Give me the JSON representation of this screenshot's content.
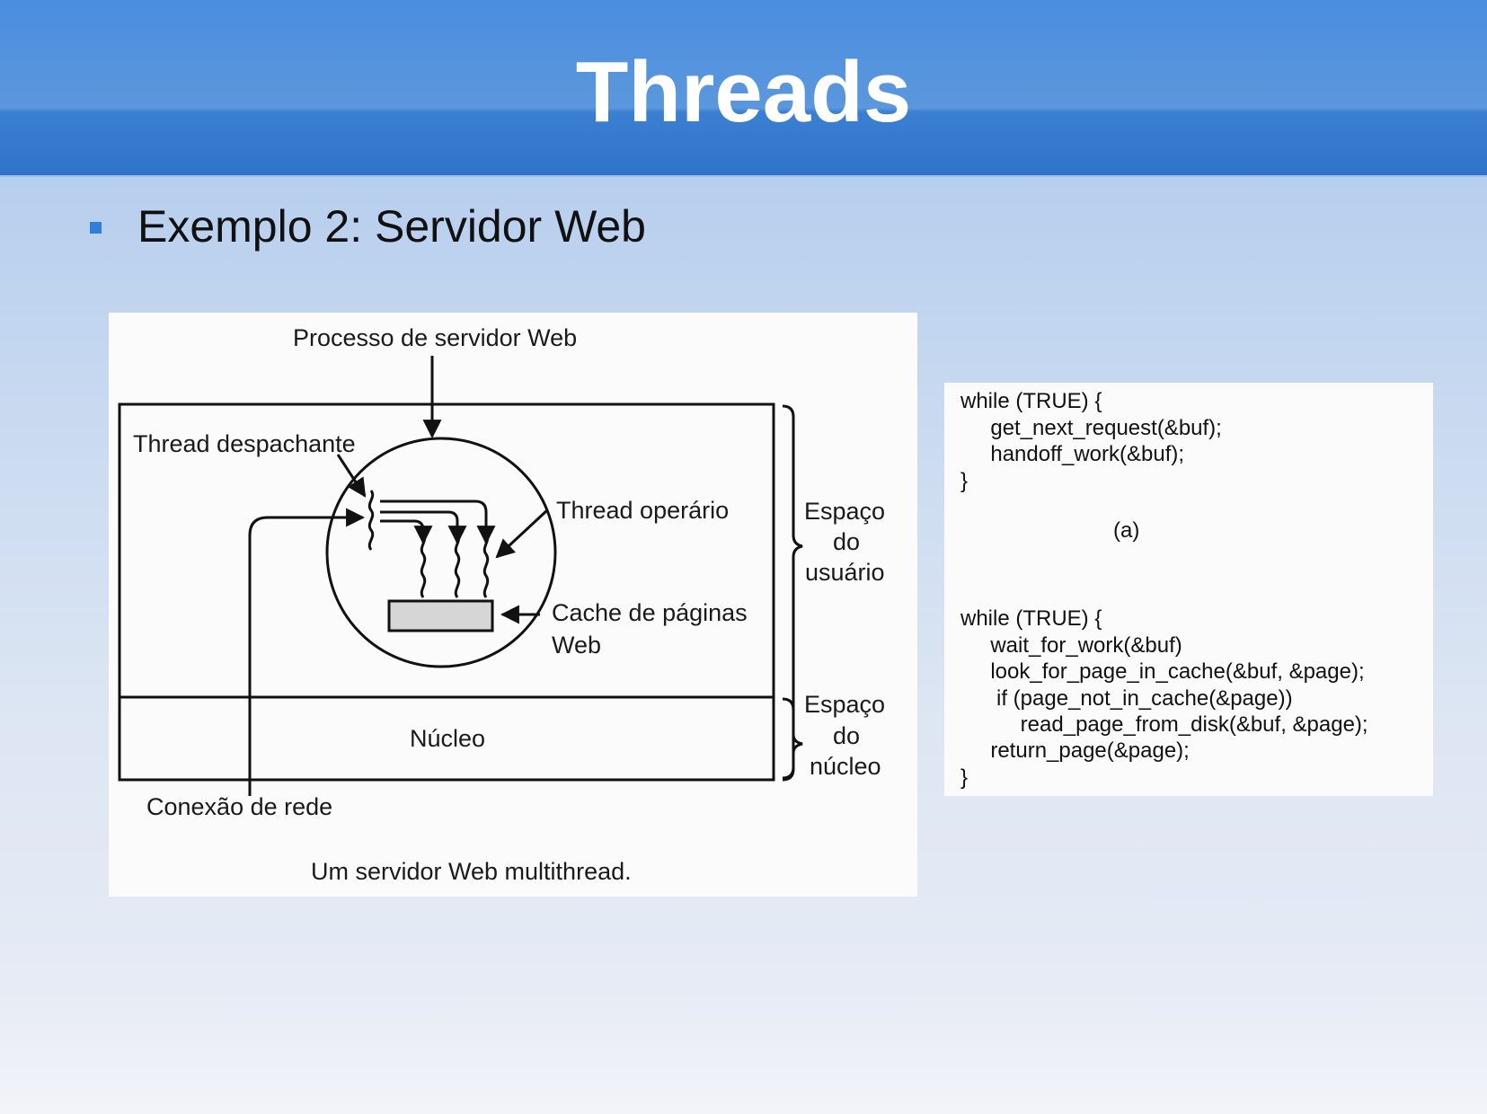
{
  "title": "Threads",
  "bullet": "Exemplo 2: Servidor Web",
  "diagram": {
    "process_label": "Processo de servidor Web",
    "dispatcher_label": "Thread despachante",
    "worker_label": "Thread operário",
    "cache_label_line1": "Cache de páginas",
    "cache_label_line2": "Web",
    "kernel_label": "Núcleo",
    "network_label": "Conexão de rede",
    "user_space_line1": "Espaço",
    "user_space_line2": "do",
    "user_space_line3": "usuário",
    "kernel_space_line1": "Espaço",
    "kernel_space_line2": "do",
    "kernel_space_line3": "núcleo",
    "caption": "Um servidor Web multithread."
  },
  "code": {
    "a_lines": [
      "while (TRUE) {",
      "     get_next_request(&buf);",
      "     handoff_work(&buf);",
      "}"
    ],
    "a_label": "(a)",
    "b_lines": [
      "while (TRUE) {",
      "     wait_for_work(&buf)",
      "     look_for_page_in_cache(&buf, &page);",
      "      if (page_not_in_cache(&page))",
      "          read_page_from_disk(&buf, &page);",
      "     return_page(&page);",
      "}"
    ]
  }
}
